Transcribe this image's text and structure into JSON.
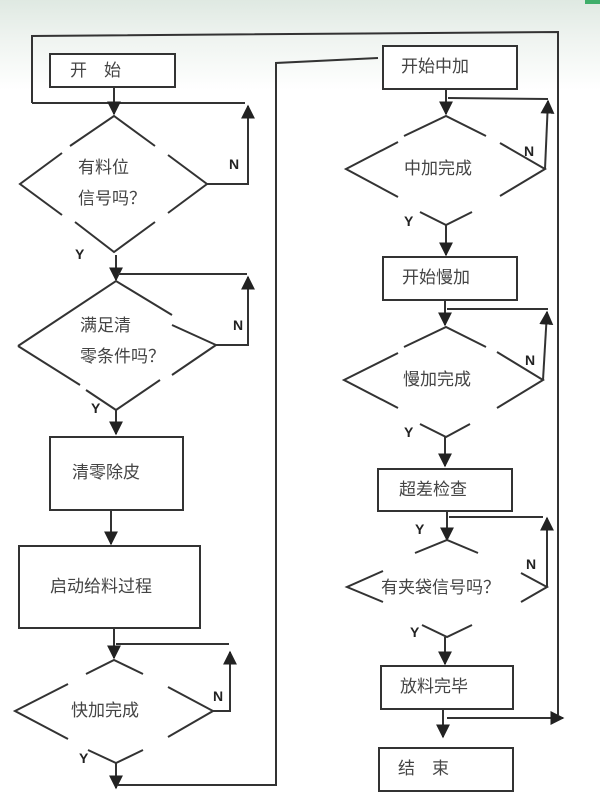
{
  "flowchart": {
    "nodes": {
      "start": "开　始",
      "q_material": [
        "有料位",
        "信号吗？"
      ],
      "q_zero": [
        "满足清",
        "零条件吗？"
      ],
      "zero_tare": "清零除皮",
      "start_feed": "启动给料过程",
      "q_fast": "快加完成",
      "start_medium": "开始中加",
      "q_medium": "中加完成",
      "start_slow": "开始慢加",
      "q_slow": "慢加完成",
      "tolerance_check": "超差检查",
      "q_bag": "有夹袋信号吗？",
      "discharge_done": "放料完毕",
      "end": "结　束"
    },
    "labels": {
      "yes": "Y",
      "no": "N"
    },
    "colors": {
      "line": "#222222",
      "text": "#444444",
      "header_band": "#dfe9e2",
      "accent": "#3fae6a"
    }
  }
}
